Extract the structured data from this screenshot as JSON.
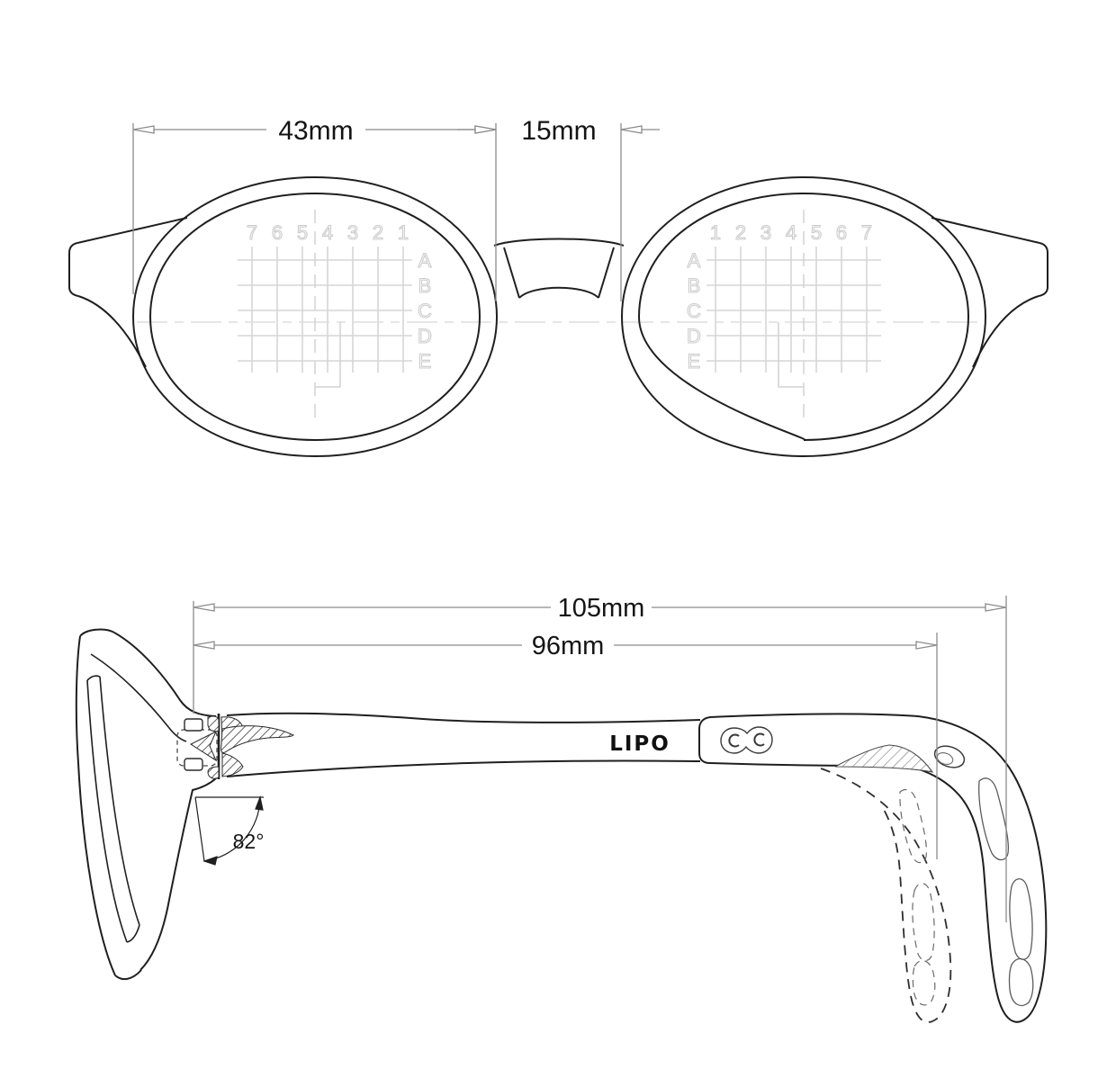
{
  "front_view": {
    "dimensions": {
      "lens_width": "43mm",
      "bridge_width": "15mm"
    },
    "lens_grid": {
      "left_columns": [
        "7",
        "6",
        "5",
        "4",
        "3",
        "2",
        "1"
      ],
      "right_columns": [
        "1",
        "2",
        "3",
        "4",
        "5",
        "6",
        "7"
      ],
      "rows": [
        "A",
        "B",
        "C",
        "D",
        "E"
      ]
    }
  },
  "side_view": {
    "dimensions": {
      "temple_total_length": "105mm",
      "temple_straight_length": "96mm",
      "pantoscopic_angle": "82°"
    },
    "brand": "LIPO"
  },
  "colors": {
    "outline": "#1f1f1f",
    "grid": "#d6d6d6",
    "dimension_line": "#8c8c8c",
    "text": "#141414"
  }
}
